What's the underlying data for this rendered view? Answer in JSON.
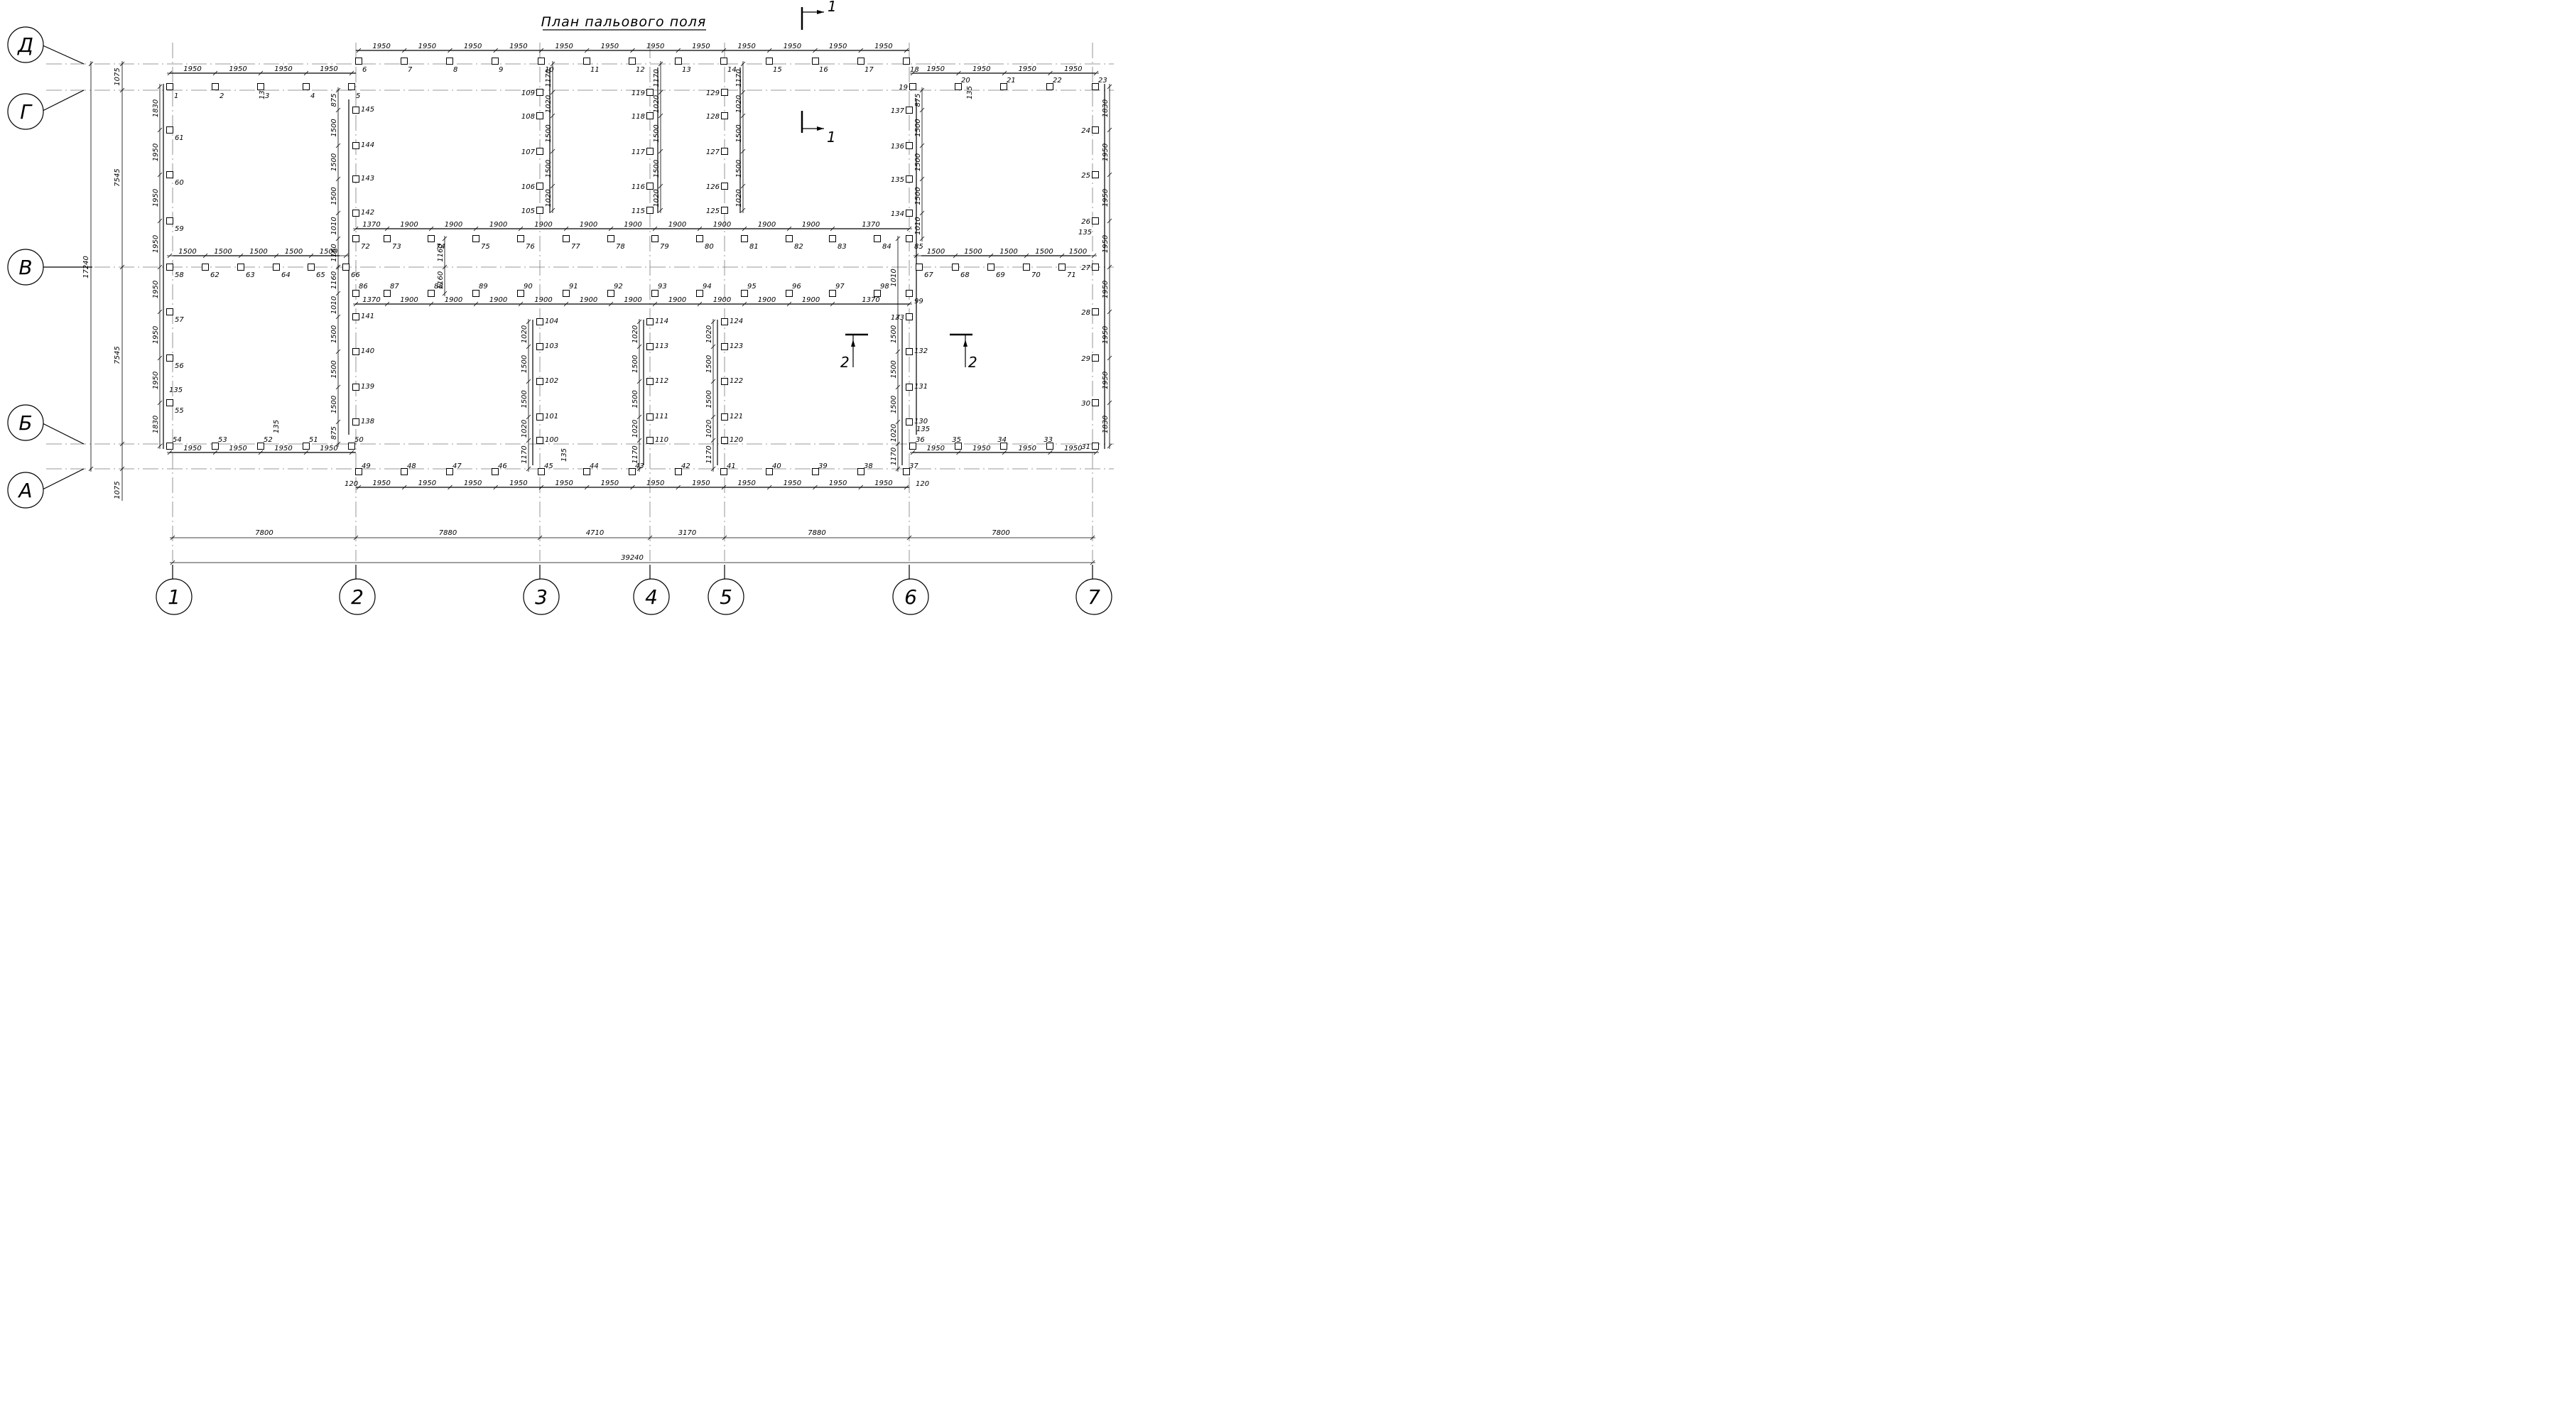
{
  "title": "План пальового поля",
  "section_marks": [
    {
      "id": "s1a",
      "label": "1"
    },
    {
      "id": "s1b",
      "label": "1"
    },
    {
      "id": "s2a",
      "label": "2"
    },
    {
      "id": "s2b",
      "label": "2"
    }
  ],
  "axes": {
    "columns": [
      "1",
      "2",
      "3",
      "4",
      "5",
      "6",
      "7"
    ],
    "rows": [
      "Д",
      "Г",
      "В",
      "Б",
      "А"
    ]
  },
  "bay_spacing": [
    "7800",
    "7880",
    "4710",
    "3170",
    "7880",
    "7800"
  ],
  "total_length": "39240",
  "left_dims": {
    "total": "17240",
    "segments": [
      "1075",
      "7545",
      "7545",
      "1075"
    ]
  },
  "piles": [
    "1",
    "2",
    "3",
    "4",
    "5",
    "6",
    "7",
    "8",
    "9",
    "10",
    "11",
    "12",
    "13",
    "14",
    "15",
    "16",
    "17",
    "18",
    "19",
    "20",
    "21",
    "22",
    "23",
    "24",
    "25",
    "26",
    "27",
    "28",
    "29",
    "30",
    "31",
    "33",
    "34",
    "35",
    "36",
    "37",
    "38",
    "39",
    "40",
    "41",
    "42",
    "43",
    "44",
    "45",
    "46",
    "47",
    "48",
    "49",
    "50",
    "51",
    "52",
    "53",
    "54",
    "55",
    "56",
    "57",
    "58",
    "59",
    "60",
    "61",
    "62",
    "63",
    "64",
    "65",
    "66",
    "67",
    "68",
    "69",
    "70",
    "71",
    "72",
    "73",
    "74",
    "75",
    "76",
    "77",
    "78",
    "79",
    "80",
    "81",
    "82",
    "83",
    "84",
    "85",
    "86",
    "87",
    "88",
    "89",
    "90",
    "91",
    "92",
    "93",
    "94",
    "95",
    "96",
    "97",
    "98",
    "99",
    "100",
    "101",
    "102",
    "103",
    "104",
    "105",
    "106",
    "107",
    "108",
    "109",
    "110",
    "111",
    "112",
    "113",
    "114",
    "115",
    "116",
    "117",
    "118",
    "119",
    "120",
    "121",
    "122",
    "123",
    "124",
    "125",
    "126",
    "127",
    "128",
    "129",
    "130",
    "131",
    "132",
    "133",
    "134",
    "135",
    "136",
    "137",
    "138",
    "139",
    "140",
    "141",
    "142",
    "143",
    "144",
    "145"
  ],
  "dims": [
    "1950",
    "1950",
    "1950",
    "1950",
    "1950",
    "1950",
    "1950",
    "1950",
    "1950",
    "1950",
    "1950",
    "1950",
    "1950",
    "1950",
    "1950",
    "1950",
    "1950",
    "1950",
    "1950",
    "1950",
    "1950",
    "1950",
    "1950",
    "1950",
    "1950",
    "1950",
    "1950",
    "1950",
    "1950",
    "1950",
    "1950",
    "1950",
    "120",
    "120",
    "1950",
    "1950",
    "1950",
    "1950",
    "1950",
    "1950",
    "1950",
    "1950",
    "1830",
    "1950",
    "1950",
    "1950",
    "1950",
    "1950",
    "1950",
    "1830",
    "1830",
    "1950",
    "1950",
    "1950",
    "1950",
    "1950",
    "1950",
    "1830",
    "1500",
    "1500",
    "1500",
    "1500",
    "1500",
    "1500",
    "1500",
    "1500",
    "1500",
    "1500",
    "1370",
    "1900",
    "1900",
    "1900",
    "1900",
    "1900",
    "1900",
    "1900",
    "1900",
    "1900",
    "1900",
    "1370",
    "1370",
    "1900",
    "1900",
    "1900",
    "1900",
    "1900",
    "1900",
    "1900",
    "1900",
    "1900",
    "1900",
    "1370",
    "875",
    "1500",
    "1500",
    "1500",
    "1010",
    "1160",
    "1160",
    "1010",
    "1500",
    "1500",
    "1500",
    "875",
    "875",
    "1500",
    "1500",
    "1500",
    "1010",
    "1010",
    "1500",
    "1500",
    "1500",
    "1020",
    "1170",
    "1170",
    "1020",
    "1500",
    "1500",
    "1020",
    "1020",
    "1500",
    "1500",
    "1020",
    "1170",
    "1170",
    "1020",
    "1500",
    "1500",
    "1020",
    "1020",
    "1500",
    "1500",
    "1020",
    "1170",
    "1170",
    "1020",
    "1500",
    "1500",
    "1020",
    "1020",
    "1500",
    "1500",
    "1020",
    "1170",
    "1160",
    "1160",
    "135",
    "135",
    "135",
    "135",
    "135",
    "135",
    "135"
  ]
}
